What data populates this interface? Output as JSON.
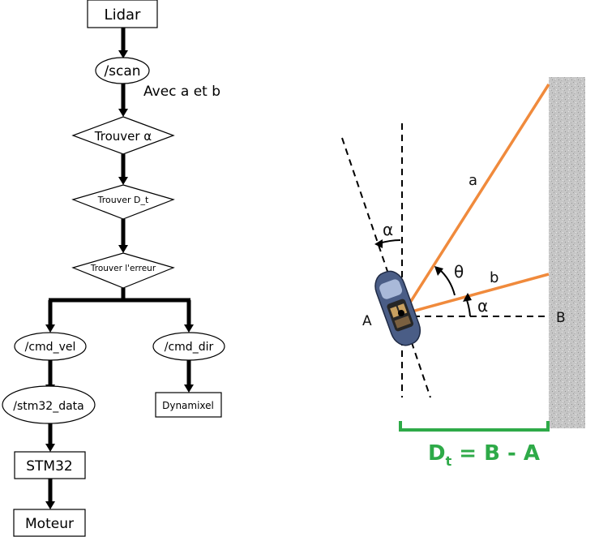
{
  "flowchart": {
    "nodes": [
      {
        "id": "lidar",
        "label": "Lidar",
        "shape": "rect"
      },
      {
        "id": "scan",
        "label": "/scan",
        "shape": "ellipse"
      },
      {
        "id": "alpha",
        "label": "Trouver α",
        "shape": "diamond"
      },
      {
        "id": "dt",
        "label": "Trouver D_t",
        "shape": "diamond"
      },
      {
        "id": "err",
        "label": "Trouver l'erreur",
        "shape": "diamond"
      },
      {
        "id": "cmdvel",
        "label": "/cmd_vel",
        "shape": "ellipse"
      },
      {
        "id": "cmddir",
        "label": "/cmd_dir",
        "shape": "ellipse"
      },
      {
        "id": "stm32data",
        "label": "/stm32_data",
        "shape": "ellipse"
      },
      {
        "id": "dyna",
        "label": "Dynamixel",
        "shape": "rect"
      },
      {
        "id": "stm32",
        "label": "STM32",
        "shape": "rect"
      },
      {
        "id": "moteur",
        "label": "Moteur",
        "shape": "rect"
      }
    ],
    "edges": [
      [
        "lidar",
        "scan"
      ],
      [
        "scan",
        "alpha"
      ],
      [
        "alpha",
        "dt"
      ],
      [
        "dt",
        "err"
      ],
      [
        "err",
        "cmdvel"
      ],
      [
        "err",
        "cmddir"
      ],
      [
        "cmdvel",
        "stm32data"
      ],
      [
        "cmddir",
        "dyna"
      ],
      [
        "stm32data",
        "stm32"
      ],
      [
        "stm32",
        "moteur"
      ]
    ],
    "annotation": "Avec a et b"
  },
  "geometry_diagram": {
    "ray_a_label": "a",
    "ray_b_label": "b",
    "theta_label": "θ",
    "alpha_top_label": "α",
    "alpha_bottom_label": "α",
    "point_a_label": "A",
    "point_b_label": "B",
    "formula_main": "D",
    "formula_sub": "t",
    "formula_rest": " = B - A",
    "colors": {
      "rays": "#f08a3c",
      "formula": "#2eaa48",
      "wall": "#c4c4c4",
      "car": "#4a5d86"
    }
  }
}
